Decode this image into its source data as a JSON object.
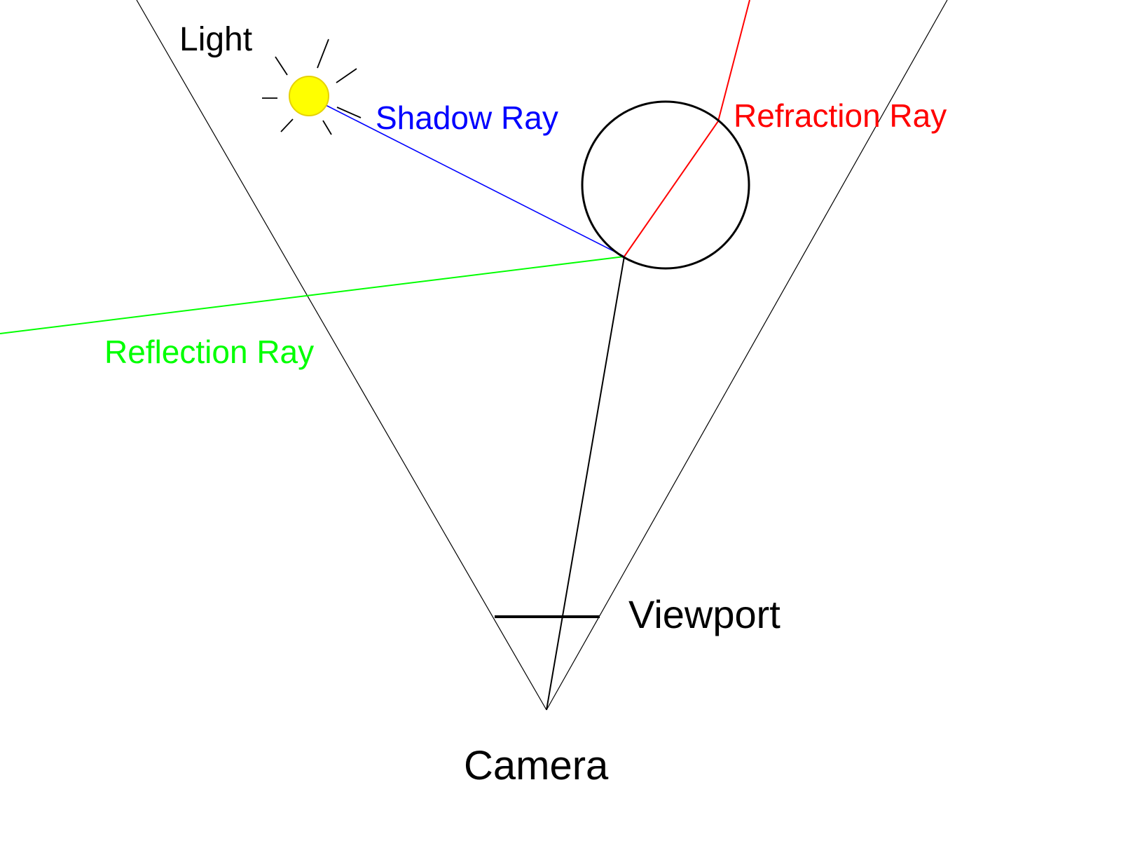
{
  "labels": {
    "light": "Light",
    "shadow_ray": "Shadow Ray",
    "refraction_ray": "Refraction Ray",
    "reflection_ray": "Reflection Ray",
    "viewport": "Viewport",
    "camera": "Camera"
  },
  "colors": {
    "background": "#ffffff",
    "line": "#000000",
    "shadow_ray": "#0000ff",
    "refraction_ray": "#ff0000",
    "reflection_ray": "#00ff00",
    "sun_fill": "#ffff00",
    "sun_stroke": "#e6d200"
  }
}
